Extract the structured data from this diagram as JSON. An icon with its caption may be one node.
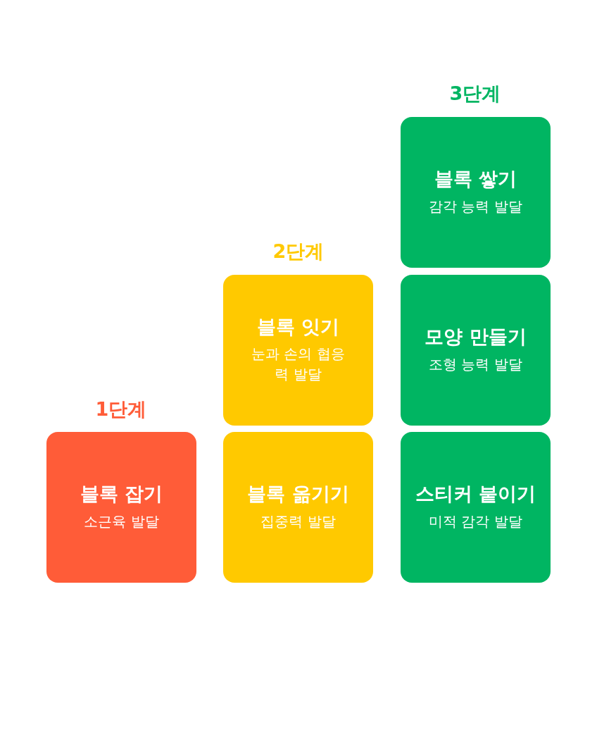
{
  "diagram": {
    "nodes": [
      {
        "text": [
          "블록 잡기",
          "소근육 발달"
        ]
      },
      {
        "text": [
          "블록 잇기",
          "눈과 손의 협응력 발달"
        ]
      },
      {
        "text": [
          "블록 옮기기",
          "집중력 발달"
        ]
      },
      {
        "text": [
          "블록 쌓기",
          "감각 능력 발달"
        ]
      },
      {
        "text": [
          "모양 만들기",
          "조형 능력 발달"
        ]
      },
      {
        "text": [
          "스티커 붙이기",
          "미적 감각 발달"
        ]
      }
    ],
    "labels": [
      "1단계",
      "2단계",
      "3단계"
    ]
  }
}
